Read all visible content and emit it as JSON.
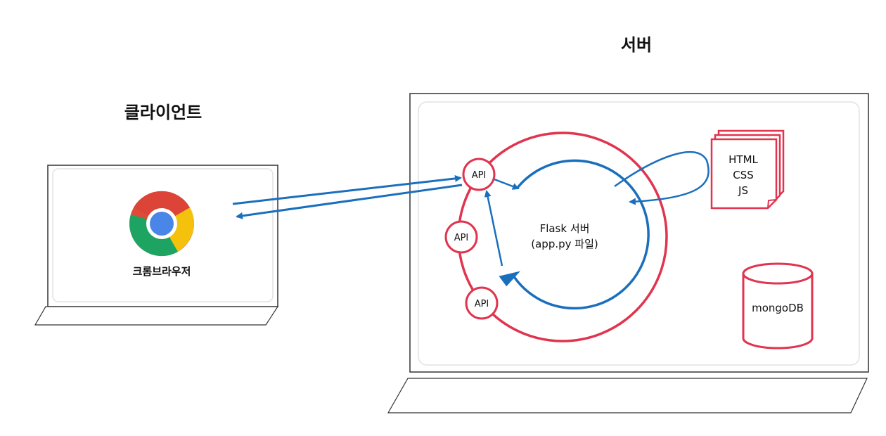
{
  "client": {
    "title": "클라이언트",
    "browser_label": "크롬브라우저",
    "icon": "chrome-logo-icon"
  },
  "server": {
    "title": "서버",
    "flask_line1": "Flask 서버",
    "flask_line2": "(app.py 파일)",
    "api_nodes": [
      "API",
      "API",
      "API"
    ],
    "files": [
      "HTML",
      "CSS",
      "JS"
    ],
    "db_label": "mongoDB"
  },
  "colors": {
    "red": "#e0344f",
    "blue": "#1a6fbd",
    "frame": "#333333"
  }
}
